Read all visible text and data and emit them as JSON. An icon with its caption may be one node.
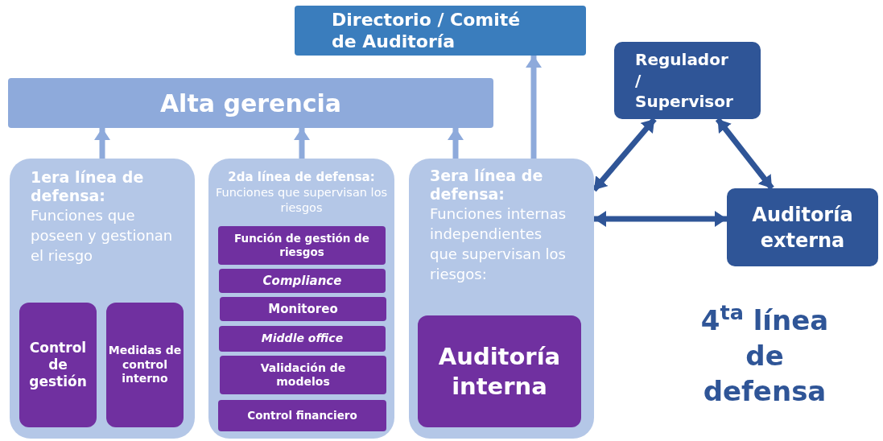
{
  "diagram": {
    "nodes": [
      {
        "text": [
          "Directorio / Comité de Auditoría"
        ]
      },
      {
        "text": [
          "Alta gerencia"
        ]
      },
      {
        "text": [
          "Regulador / Supervisor"
        ]
      },
      {
        "text": [
          "1era línea de defensa:",
          "Funciones que poseen y gestionan el riesgo"
        ]
      },
      {
        "text": [
          "Control de gestión"
        ],
        "in": 3
      },
      {
        "text": [
          "Medidas de control interno"
        ],
        "in": 3
      },
      {
        "text": [
          "2da línea de defensa:",
          "Funciones que supervisan los riesgos"
        ]
      },
      {
        "text": [
          "Función de gestión de riesgos"
        ],
        "in": 6
      },
      {
        "text": [
          "Compliance"
        ],
        "in": 6
      },
      {
        "text": [
          "Monitoreo"
        ],
        "in": 6
      },
      {
        "text": [
          "Middle office"
        ],
        "in": 6
      },
      {
        "text": [
          "Validación de modelos"
        ],
        "in": 6
      },
      {
        "text": [
          "Control financiero"
        ],
        "in": 6
      },
      {
        "text": [
          "3era línea de defensa:",
          "Funciones internas independientes que supervisan los riesgos:"
        ]
      },
      {
        "text": [
          "Auditoría interna"
        ],
        "in": 13
      },
      {
        "text": [
          "Auditoría externa"
        ]
      }
    ],
    "edges": [
      {
        "from": 3,
        "to": 1,
        "arrow": "to"
      },
      {
        "from": 6,
        "to": 1,
        "arrow": "to"
      },
      {
        "from": 13,
        "to": 1,
        "arrow": "to"
      },
      {
        "from": 13,
        "to": 0,
        "arrow": "to"
      },
      {
        "from": 2,
        "to": 13,
        "arrow": "both",
        "color": "#2f5597"
      },
      {
        "from": 2,
        "to": 15,
        "arrow": "both",
        "color": "#2f5597"
      },
      {
        "from": 13,
        "to": 15,
        "arrow": "both",
        "color": "#2f5597"
      }
    ],
    "labels": [
      "4$^{ta}$ línea de defensa"
    ]
  }
}
